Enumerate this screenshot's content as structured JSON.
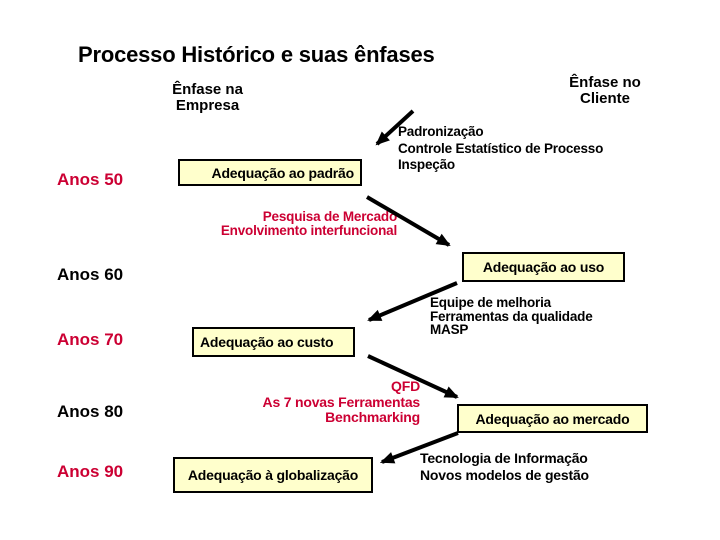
{
  "colors": {
    "background": "#FFFFFF",
    "accent_red": "#CC0033",
    "text_black": "#000000",
    "box_fill": "#FFFFCC",
    "box_border": "#000000",
    "arrow": "#000000"
  },
  "title": "Processo Histórico e suas ênfases",
  "emphasis": {
    "company": {
      "lines": [
        "Ênfase na",
        "Empresa"
      ],
      "color": "#000000"
    },
    "client": {
      "lines": [
        "Ênfase no",
        "Cliente"
      ],
      "color": "#000000"
    }
  },
  "decades": [
    {
      "label": "Anos 50",
      "color": "#CC0033"
    },
    {
      "label": "Anos 60",
      "color": "#000000"
    },
    {
      "label": "Anos 70",
      "color": "#CC0033"
    },
    {
      "label": "Anos 80",
      "color": "#000000"
    },
    {
      "label": "Anos 90",
      "color": "#CC0033"
    }
  ],
  "boxes": [
    {
      "label": "Adequação ao padrão"
    },
    {
      "label": "Adequação ao uso"
    },
    {
      "label": "Adequação ao custo"
    },
    {
      "label": "Adequação ao mercado"
    },
    {
      "label": "Adequação à globalização"
    }
  ],
  "annotations": {
    "anos50_tools": {
      "color": "#000000",
      "lines": [
        "Padronização",
        "Controle Estatístico de Processo",
        "Inspeção"
      ]
    },
    "anos60_tools": {
      "color": "#CC0033",
      "lines": [
        "Pesquisa de Mercado",
        "Envolvimento interfuncional"
      ]
    },
    "anos70_tools": {
      "color": "#000000",
      "lines": [
        "Equipe de melhoria",
        "Ferramentas da qualidade",
        "MASP"
      ]
    },
    "anos80_tools": {
      "color": "#CC0033",
      "lines": [
        "QFD",
        "As 7 novas Ferramentas",
        "Benchmarking"
      ]
    },
    "anos90_tools": {
      "color": "#000000",
      "lines": [
        "Tecnologia de Informação",
        "Novos modelos de gestão"
      ]
    }
  }
}
